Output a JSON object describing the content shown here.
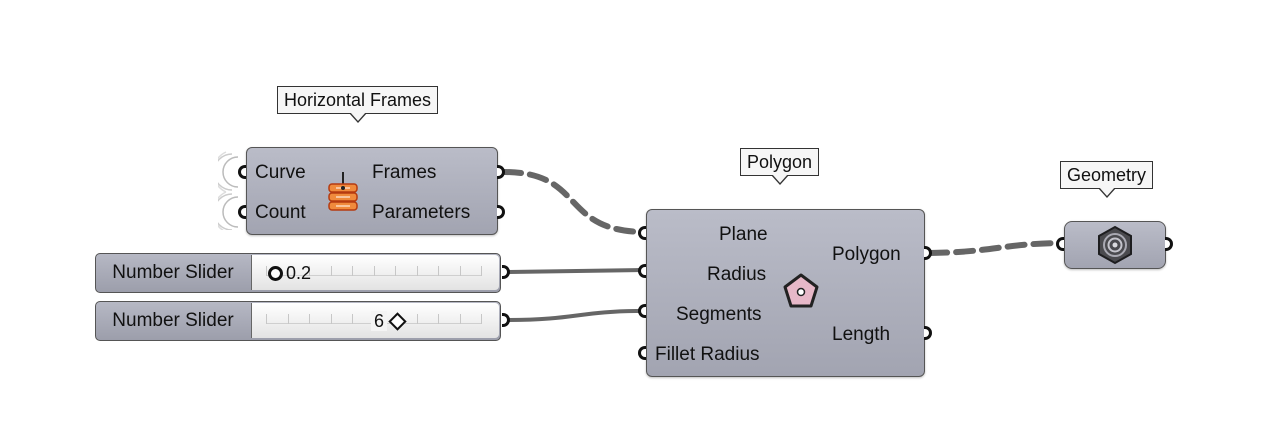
{
  "bubbles": {
    "horizontal_frames": "Horizontal Frames",
    "polygon": "Polygon",
    "geometry": "Geometry"
  },
  "horizontal_frames": {
    "inputs": [
      "Curve",
      "Count"
    ],
    "outputs": [
      "Frames",
      "Parameters"
    ],
    "icon": "horizontal-frames-icon"
  },
  "sliders": [
    {
      "name": "Number Slider",
      "value": "0.2",
      "fraction": 0.0
    },
    {
      "name": "Number Slider",
      "value": "6",
      "fraction": 0.5
    }
  ],
  "polygon": {
    "inputs": [
      "Plane",
      "Radius",
      "Segments",
      "Fillet Radius"
    ],
    "outputs": [
      "Polygon",
      "Length"
    ],
    "icon": "polygon-icon"
  },
  "geometry": {
    "icon": "geometry-icon"
  },
  "colors": {
    "component_fill": "#a8aab6",
    "wire": "#666666",
    "icon_orange": "#e8641e",
    "icon_pink": "#e7b8c8"
  }
}
